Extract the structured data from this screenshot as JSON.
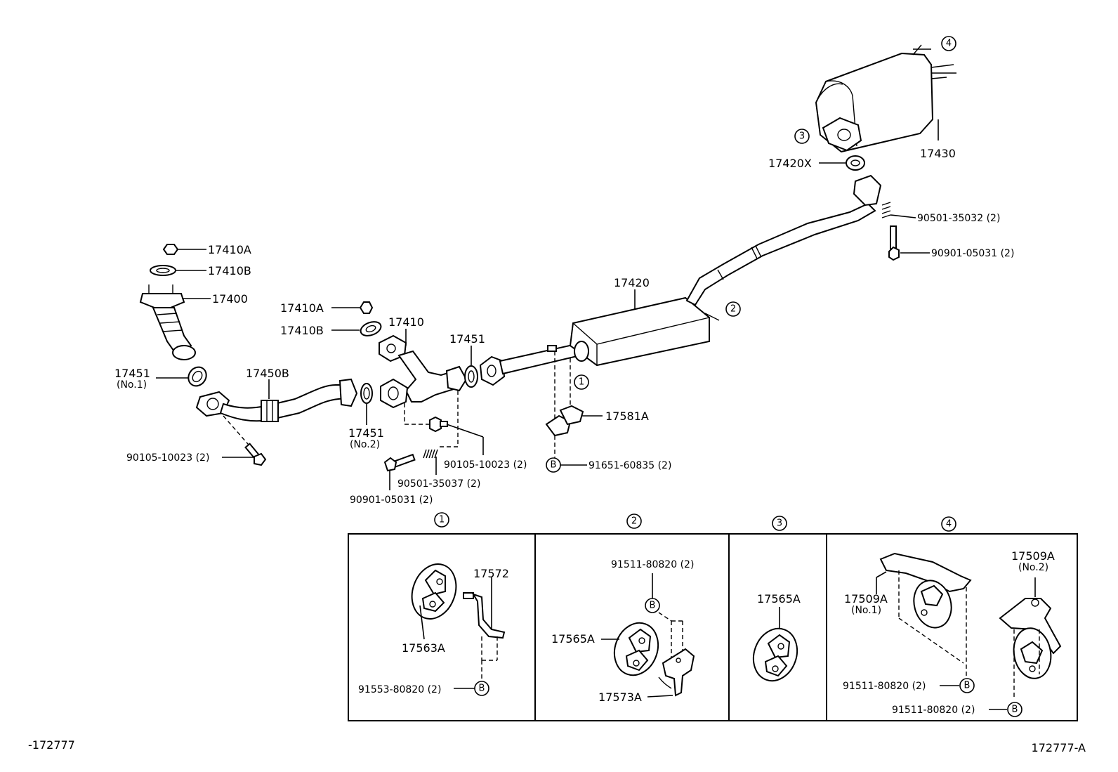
{
  "labels": {
    "p17410A_top": "17410A",
    "p17410B_top": "17410B",
    "p17400": "17400",
    "p17451_no1": "17451",
    "p17451_no1_sub": "(No.1)",
    "p17450B": "17450B",
    "p17410A_mid": "17410A",
    "p17410B_mid": "17410B",
    "p17410": "17410",
    "p17451_top": "17451",
    "p17451_no2": "17451",
    "p17451_no2_sub": "(No.2)",
    "p90105_left": "90105-10023 (2)",
    "p90105_mid": "90105-10023 (2)",
    "p90501_35037": "90501-35037 (2)",
    "p90901_left": "90901-05031 (2)",
    "p17420": "17420",
    "p17581A": "17581A",
    "p91651": "91651-60835 (2)",
    "p17430": "17430",
    "p17420X": "17420X",
    "p90501_35032": "90501-35032 (2)",
    "p90901_right": "90901-05031 (2)",
    "p17572": "17572",
    "p17563A": "17563A",
    "p91553": "91553-80820 (2)",
    "p91511_box2": "91511-80820 (2)",
    "p17565A_box2": "17565A",
    "p17573A": "17573A",
    "p17565A_box3": "17565A",
    "p17509A_no1": "17509A",
    "p17509A_no1_sub": "(No.1)",
    "p17509A_no2": "17509A",
    "p17509A_no2_sub": "(No.2)",
    "p91511_box4a": "91511-80820 (2)",
    "p91511_box4b": "91511-80820 (2)",
    "footer_left": "-172777",
    "footer_right": "172777-A"
  },
  "callouts": {
    "c1": "1",
    "c2": "2",
    "c3": "3",
    "c4": "4",
    "b": "B"
  }
}
